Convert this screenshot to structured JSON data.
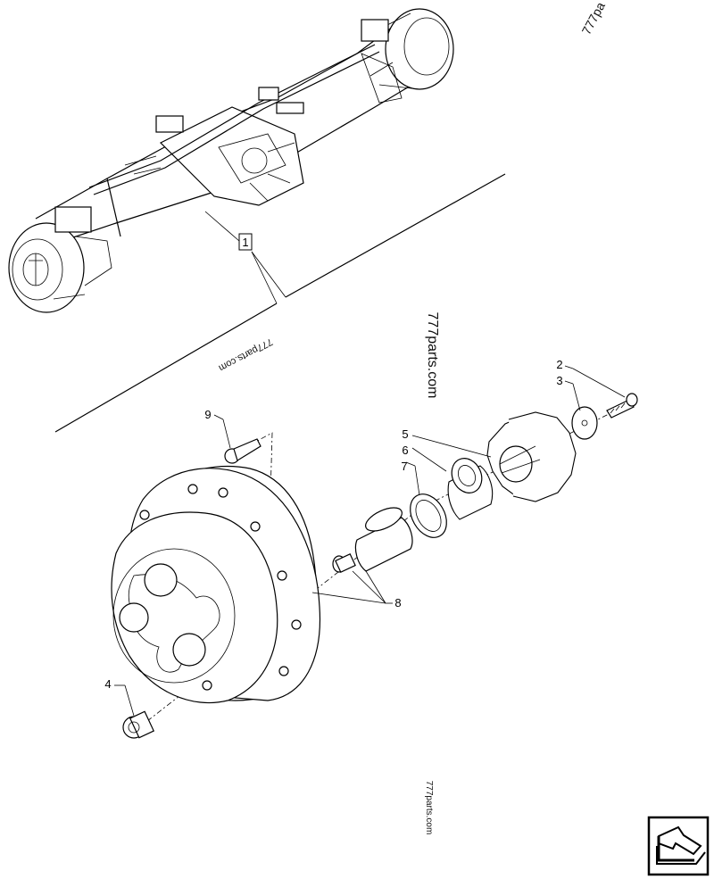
{
  "callouts": {
    "c1": "1",
    "c2": "2",
    "c3": "3",
    "c4": "4",
    "c5": "5",
    "c6": "6",
    "c7": "7",
    "c8": "8",
    "c9": "9"
  },
  "watermarks": {
    "top_right": "777pa",
    "upside_down": "777parts.com",
    "vertical_large": "777parts.com",
    "vertical_small": "777parts.com"
  },
  "icons": {
    "nav_button": "return-arrow-icon"
  }
}
